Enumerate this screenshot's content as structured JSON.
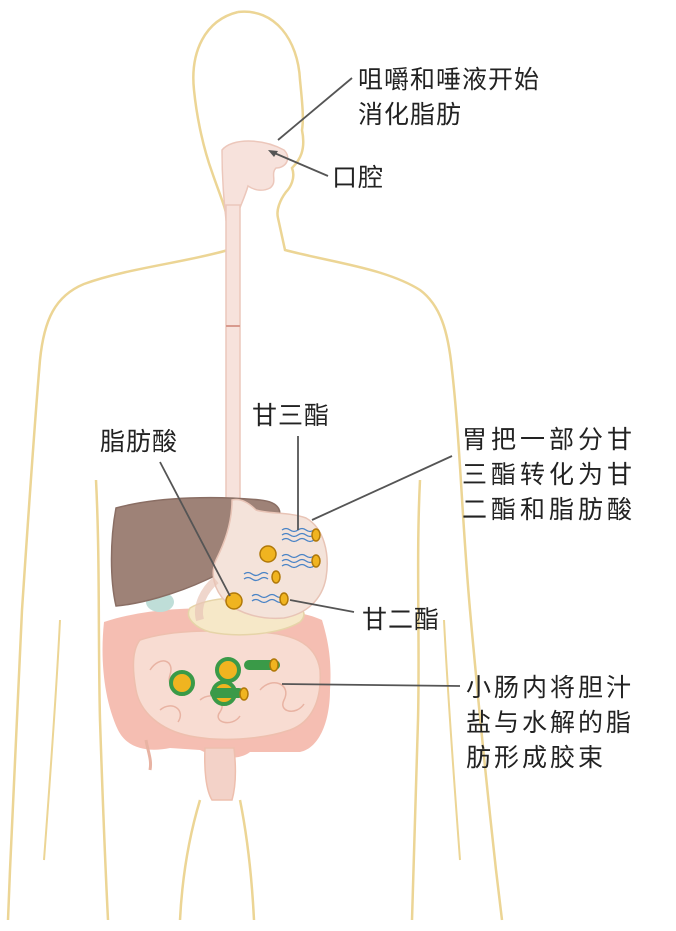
{
  "labels": {
    "mouth_note": "咀嚼和唾液开始\n消化脂肪",
    "oral_cavity": "口腔",
    "fatty_acid": "脂肪酸",
    "triglyceride": "甘三酯",
    "stomach_note": "胃把一部分甘\n三酯转化为甘\n二酯和脂肪酸",
    "diglyceride": "甘二酯",
    "intestine_note": "小肠内将胆汁\n盐与水解的脂\n肪形成胶束"
  },
  "colors": {
    "body_outline": "#ecd595",
    "esophagus": "#f7e2dc",
    "liver": "#9e8277",
    "stomach": "#f4e3da",
    "intestine": "#f3c4b6",
    "colon": "#f1a898",
    "fat_droplet": "#f0b420",
    "micelle_ring": "#3a9a48",
    "wave_line": "#4a84c6",
    "leader_line": "#555555"
  },
  "icons": [
    "fat-droplet-icon",
    "micelle-icon",
    "lipid-wave-icon"
  ]
}
